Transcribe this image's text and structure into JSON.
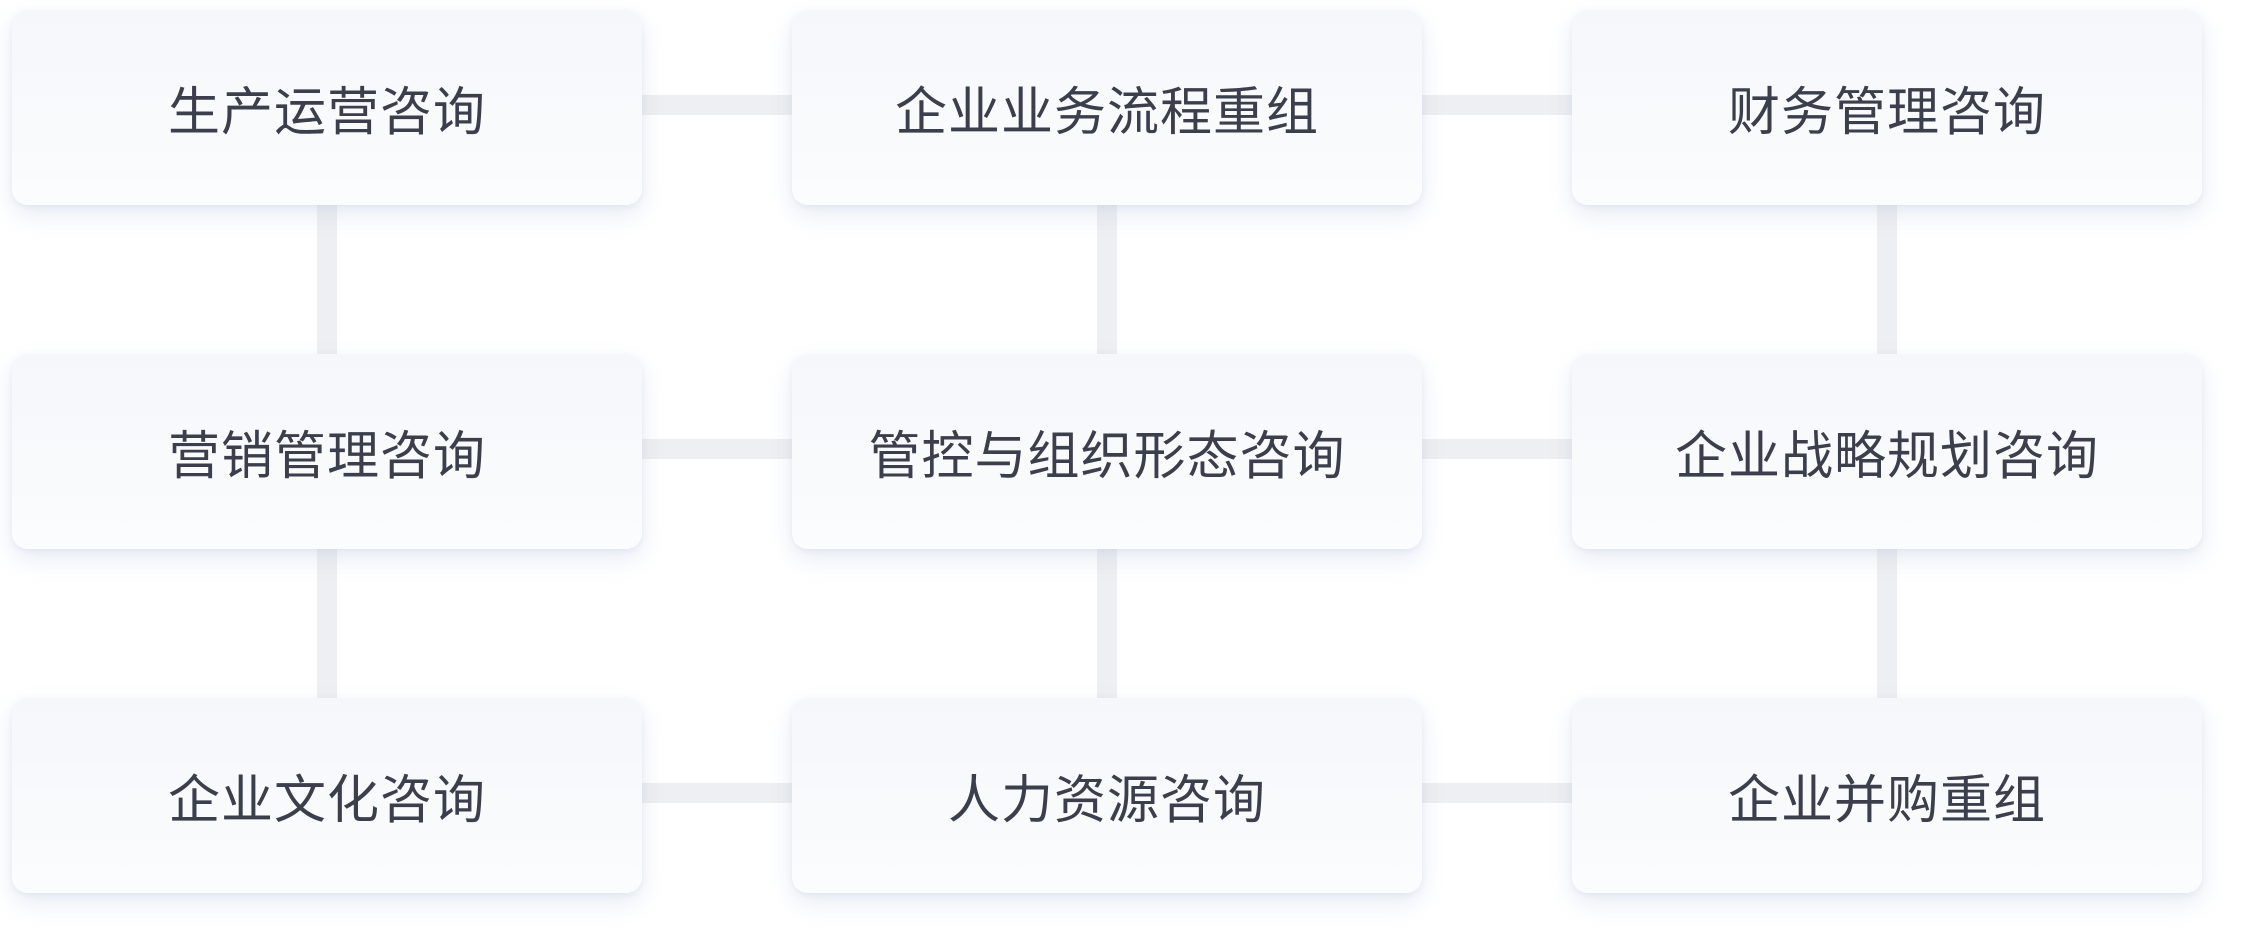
{
  "cards": [
    {
      "label": "生产运营咨询"
    },
    {
      "label": "企业业务流程重组"
    },
    {
      "label": "财务管理咨询"
    },
    {
      "label": "营销管理咨询"
    },
    {
      "label": "管控与组织形态咨询"
    },
    {
      "label": "企业战略规划咨询"
    },
    {
      "label": "企业文化咨询"
    },
    {
      "label": "人力资源咨询"
    },
    {
      "label": "企业并购重组"
    }
  ],
  "colors": {
    "card_background": "#f5f7fb",
    "connector": "#eeeff2",
    "text": "#3a3f4b"
  }
}
